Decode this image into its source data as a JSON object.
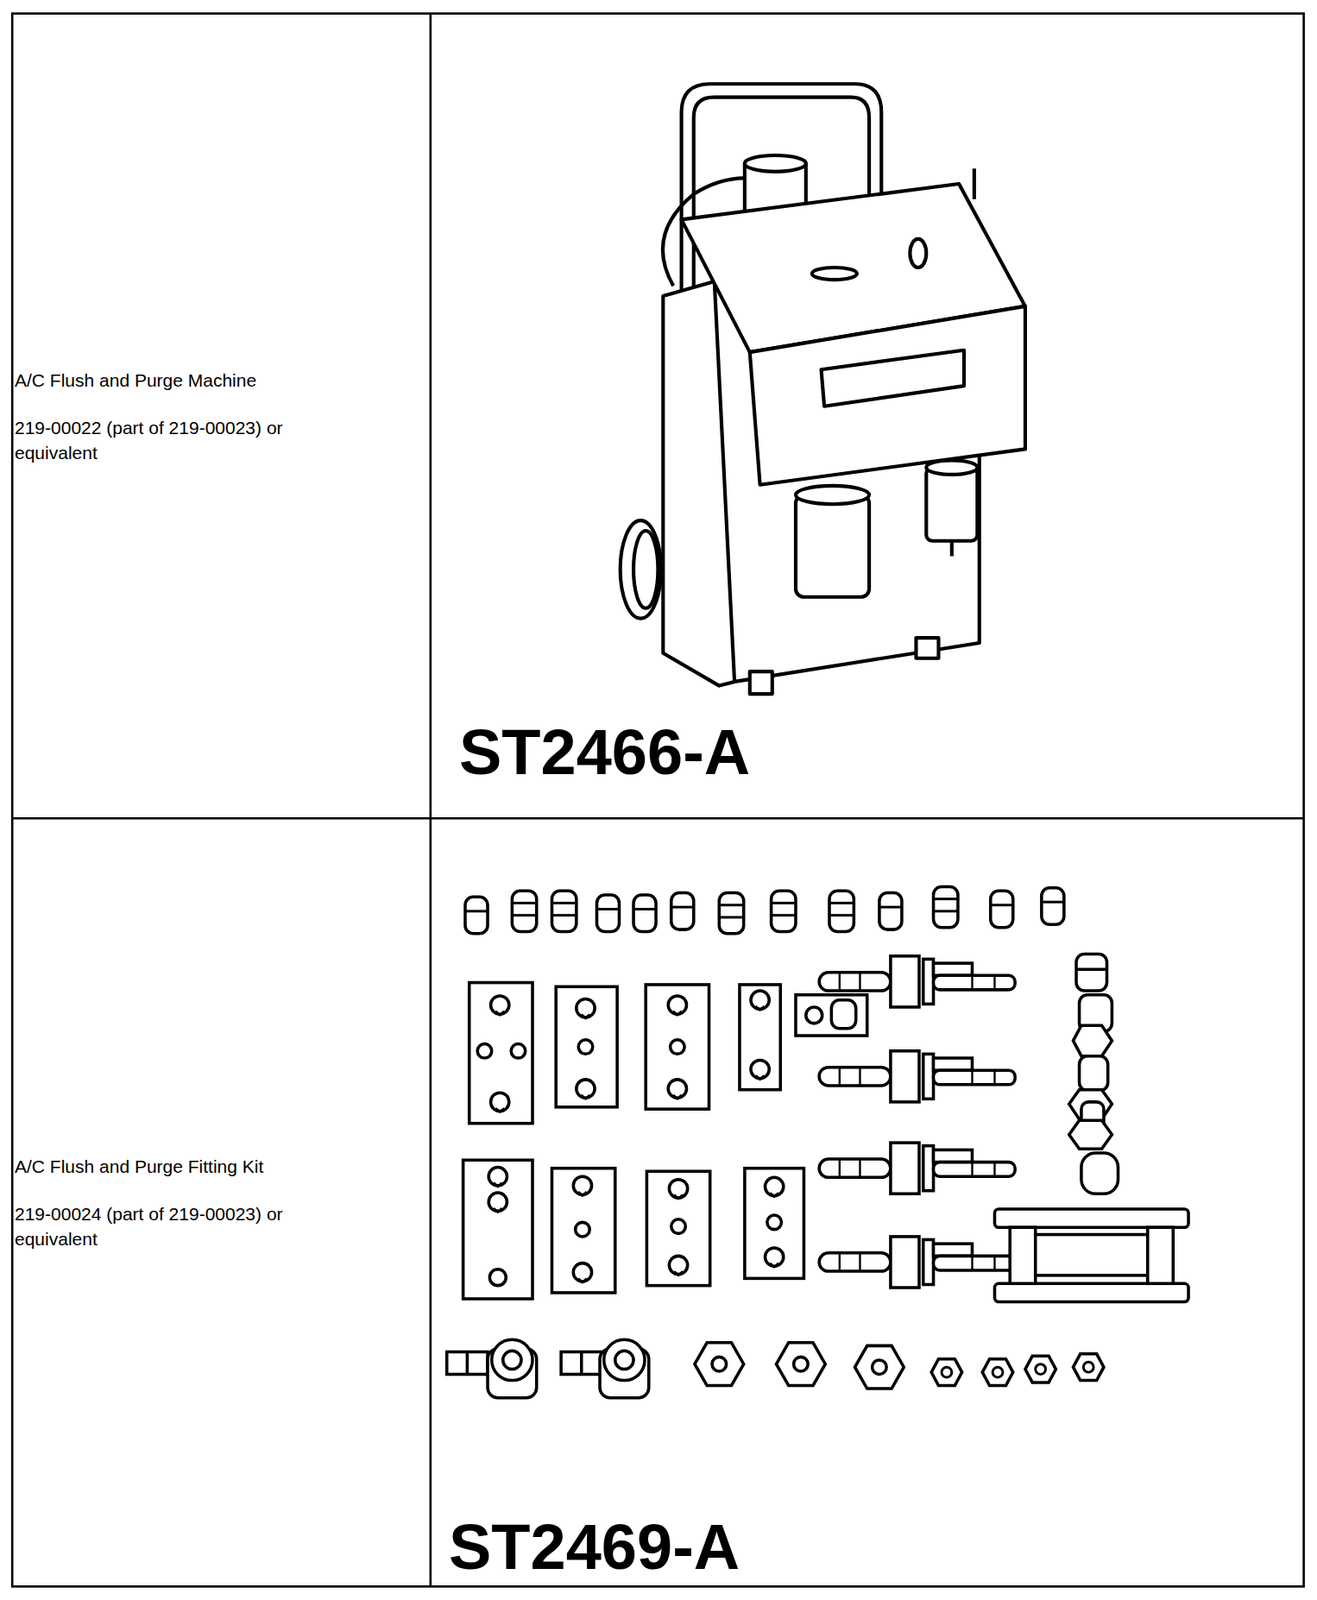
{
  "diagram": {
    "labels": [
      "A/C Flush and Purge Machine",
      "219-00022 (part of 219-00023) or equivalent",
      "ST2466-A",
      "A/C Flush and Purge Fitting Kit",
      "219-00024 (part of 219-00023) or equivalent",
      "ST2469-A"
    ]
  }
}
